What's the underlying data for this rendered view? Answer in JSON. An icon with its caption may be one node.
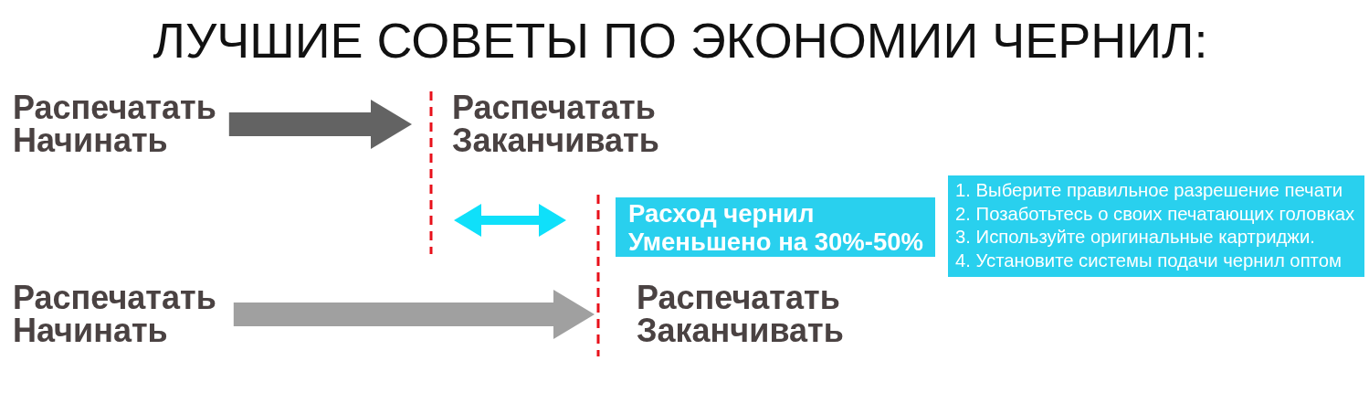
{
  "diagram": {
    "title": "ЛУЧШИЕ СОВЕТЫ ПО ЭКОНОМИИ ЧЕРНИЛ:",
    "nodes": [
      {
        "text": [
          "Распечатать Начинать"
        ]
      },
      {
        "text": [
          "Распечатать Заканчивать"
        ]
      },
      {
        "text": [
          "Расход чернил Уменьшено на 30%-50%"
        ]
      },
      {
        "text": [
          "1. Выберите правильное разрешение печати",
          "2. Позаботьтесь о своих печатающих головках",
          "3. Используйте оригинальные картриджи.",
          "4. Установите системы подачи чернил оптом"
        ]
      },
      {
        "text": [
          "Распечатать Начинать"
        ]
      },
      {
        "text": [
          "Распечатать Заканчивать"
        ]
      }
    ],
    "edges": [
      {
        "from": 0,
        "to": 1,
        "arrow": "to",
        "color": "#636363"
      },
      {
        "from": 4,
        "to": 5,
        "arrow": "to",
        "color": "#a0a0a0"
      }
    ]
  }
}
